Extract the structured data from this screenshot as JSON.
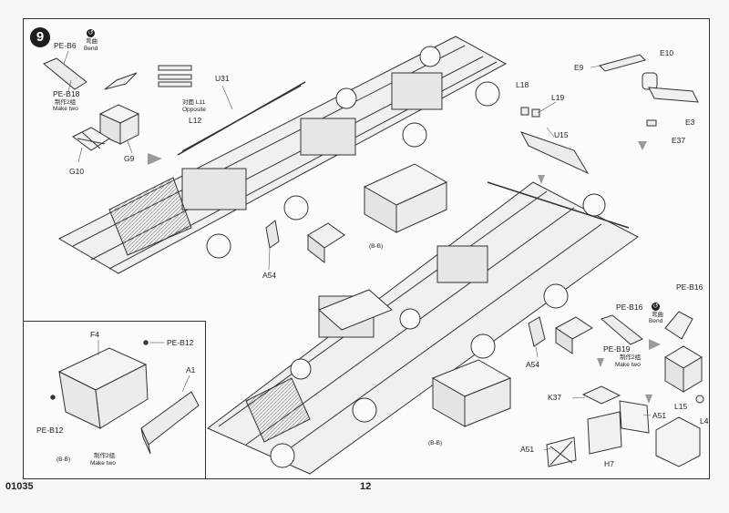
{
  "step": {
    "number": "9"
  },
  "footer": {
    "code": "01035",
    "page": "12"
  },
  "icons": {
    "bend": "bend-icon",
    "arrow": "gray-arrow-icon"
  },
  "labels": {
    "pe_b6": "PE-B6",
    "bend_cn": "弯曲",
    "bend_en": "Bend",
    "pe_b18": "PE-B18",
    "make_two_cn": "制作2组",
    "make_two_en": "Make two",
    "g10": "G10",
    "g9": "G9",
    "u31": "U31",
    "opposite_cn": "对面 L11",
    "opposite_en": "Opposite",
    "l12": "L12",
    "a54_top": "A54",
    "bb_top": "(B-B)",
    "l18": "L18",
    "l19": "L19",
    "u15": "U15",
    "e9": "E9",
    "e10": "E10",
    "e3": "E3",
    "e37": "E37",
    "f4": "F4",
    "pe_b12_a": "PE-B12",
    "a1": "A1",
    "pe_b12_b": "PE-B12",
    "bb_inset": "(B-B)",
    "make_two_cn_inset": "制作2组",
    "make_two_en_inset": "Make two",
    "pe_b16_a": "PE-B16",
    "pe_b16_b": "PE-B16",
    "bend_cn_2": "弯曲",
    "bend_en_2": "Bend",
    "pe_b19": "PE-B19",
    "make_two_cn_2": "制作2组",
    "make_two_en_2": "Make two",
    "a54_bottom": "A54",
    "k37": "K37",
    "a51_a": "A51",
    "a51_b": "A51",
    "h7": "H7",
    "l15": "L15",
    "l4": "L4",
    "bb_bottom": "(B-B)"
  }
}
